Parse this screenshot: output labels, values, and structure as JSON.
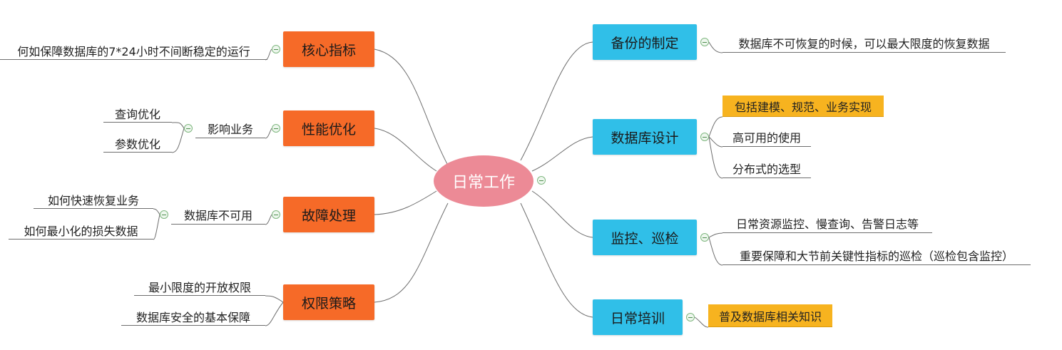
{
  "root": {
    "label": "日常工作"
  },
  "left_branches": [
    {
      "label": "核心指标",
      "children": [
        {
          "label": "何如保障数据库的7*24小时不间断稳定的运行",
          "children": []
        }
      ]
    },
    {
      "label": "性能优化",
      "children": [
        {
          "label": "影响业务",
          "children": [
            {
              "label": "查询优化"
            },
            {
              "label": "参数优化"
            }
          ]
        }
      ]
    },
    {
      "label": "故障处理",
      "children": [
        {
          "label": "数据库不可用",
          "children": [
            {
              "label": "如何快速恢复业务"
            },
            {
              "label": "如何最小化的损失数据"
            }
          ]
        }
      ]
    },
    {
      "label": "权限策略",
      "children": [
        {
          "label": "最小限度的开放权限",
          "children": []
        },
        {
          "label": "数据库安全的基本保障",
          "children": []
        }
      ]
    }
  ],
  "right_branches": [
    {
      "label": "备份的制定",
      "children": [
        {
          "label": "数据库不可恢复的时候，可以最大限度的恢复数据",
          "highlight": false
        }
      ]
    },
    {
      "label": "数据库设计",
      "children": [
        {
          "label": "包括建模、规范、业务实现",
          "highlight": true
        },
        {
          "label": "高可用的使用",
          "highlight": false
        },
        {
          "label": "分布式的选型",
          "highlight": false
        }
      ]
    },
    {
      "label": "监控、巡检",
      "children": [
        {
          "label": "日常资源监控、慢查询、告警日志等",
          "highlight": false
        },
        {
          "label": "重要保障和大节前关键性指标的巡检（巡检包含监控）",
          "highlight": false
        }
      ]
    },
    {
      "label": "日常培训",
      "children": [
        {
          "label": "普及数据库相关知识",
          "highlight": true
        }
      ]
    }
  ],
  "colors": {
    "root_fill": "#ec8a96",
    "left_branch_fill": "#f66a28",
    "right_branch_fill": "#30bfe8",
    "highlight_fill": "#f7b31f",
    "line": "#6e6e6e"
  }
}
